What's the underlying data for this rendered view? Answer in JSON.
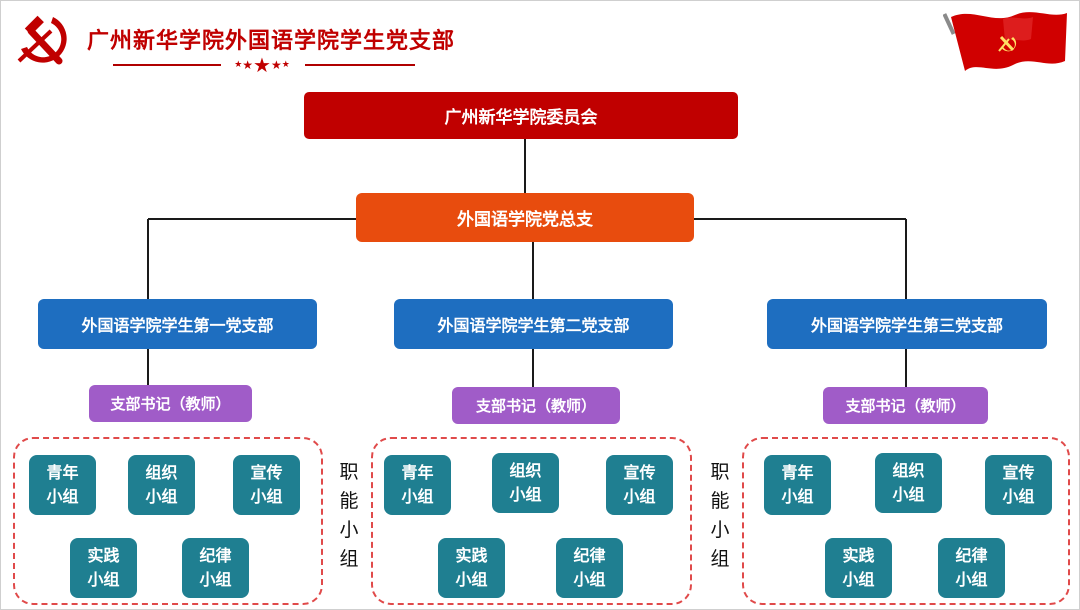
{
  "header": {
    "title": "广州新华学院外国语学院学生党支部",
    "stars": [
      "★",
      "★",
      "★",
      "★",
      "★"
    ]
  },
  "org": {
    "top": "广州新华学院委员会",
    "general_branch": "外国语学院党总支",
    "branches": [
      {
        "name": "外国语学院学生第一党支部",
        "secretary": "支部书记（教师）",
        "groups": [
          "青年\n小组",
          "组织\n小组",
          "宣传\n小组",
          "实践\n小组",
          "纪律\n小组"
        ]
      },
      {
        "name": "外国语学院学生第二党支部",
        "secretary": "支部书记（教师）",
        "groups": [
          "青年\n小组",
          "组织\n小组",
          "宣传\n小组",
          "实践\n小组",
          "纪律\n小组"
        ]
      },
      {
        "name": "外国语学院学生第三党支部",
        "secretary": "支部书记（教师）",
        "groups": [
          "青年\n小组",
          "组织\n小组",
          "宣传\n小组",
          "实践\n小组",
          "纪律\n小组"
        ]
      }
    ],
    "functional_group_label": "职\n能\n小\n组"
  },
  "colors": {
    "party_red": "#c00000",
    "orange": "#e84c0e",
    "branch_blue": "#1e6ec0",
    "secretary_purple": "#a05cc8",
    "group_teal": "#1f7f91",
    "dashed_red": "#e04a4a"
  },
  "icons": {
    "emblem": "party-emblem-icon",
    "flag": "party-flag-icon"
  }
}
